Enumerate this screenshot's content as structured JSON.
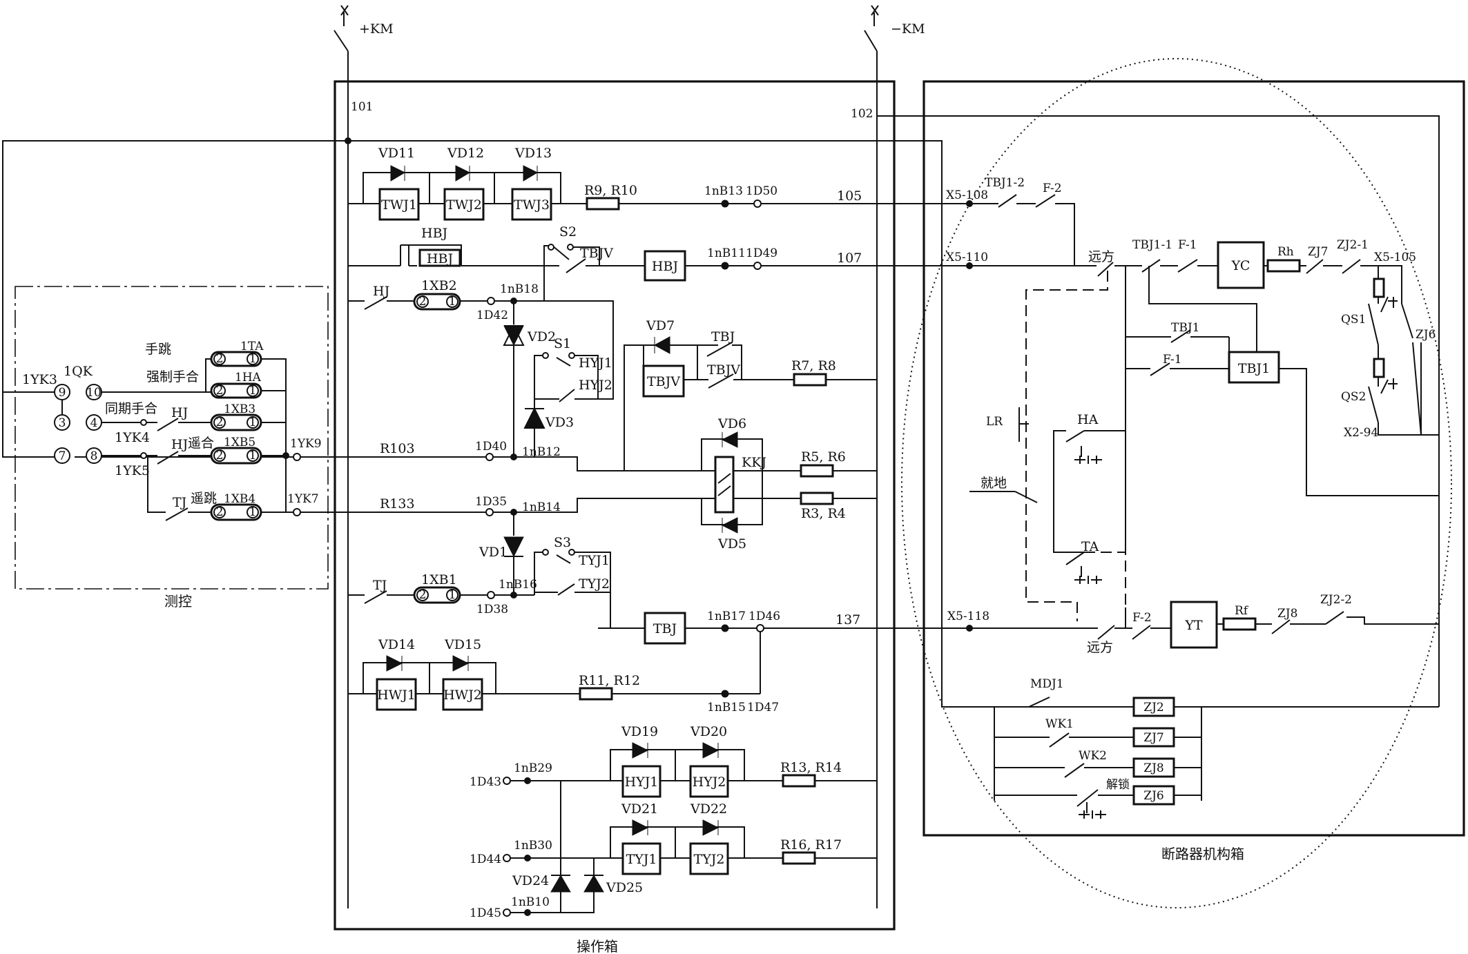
{
  "sections": {
    "measure": "测控",
    "operation": "操作箱",
    "mechanism": "断路器机构箱"
  },
  "power": {
    "pos": "+KM",
    "neg": "−KM",
    "n101": "101",
    "n102": "102"
  },
  "measure_panel": {
    "switch_code": "1QK",
    "terminals": [
      "9",
      "10",
      "3",
      "4",
      "7",
      "8"
    ],
    "yk": [
      "1YK3",
      "1YK4",
      "1YK5",
      "1YK9",
      "1YK7"
    ],
    "manual_trip": "手跳",
    "forced_close": "强制手合",
    "sync_close": "同期手合",
    "remote_close": "遥合",
    "remote_trip": "遥跳",
    "tj_labels": [
      "1TA",
      "1HA",
      "HJ",
      "HJ",
      "TJ"
    ],
    "xb": [
      "1XB3",
      "1XB5",
      "1XB4"
    ],
    "ring_a": "2",
    "ring_b": "1"
  },
  "operation_box": {
    "diodes_top": [
      "VD11",
      "VD12",
      "VD13"
    ],
    "twj": [
      "TWJ1",
      "TWJ2",
      "TWJ3"
    ],
    "r910": "R9, R10",
    "n1nB13": "1nB13",
    "n1D50": "1D50",
    "n105": "105",
    "hbj_contact": "HBJ",
    "hbj_coil": "HBJ",
    "s2": "S2",
    "tbjv_contact": "TBJV",
    "hbj_box": "HBJ",
    "n1nB11": "1nB11",
    "n1D49": "1D49",
    "n107": "107",
    "hj": "HJ",
    "xb2": "1XB2",
    "n1nB18": "1nB18",
    "n1D42": "1D42",
    "vd2": "VD2",
    "s1": "S1",
    "hyj1c": "HYJ1",
    "hyj2c": "HYJ2",
    "vd3": "VD3",
    "vd7": "VD7",
    "tbj_c": "TBJ",
    "tbjv_box": "TBJV",
    "tbjv_c2": "TBJV",
    "r78": "R7, R8",
    "vd6": "VD6",
    "kkj": "KKJ",
    "r56": "R5, R6",
    "r34": "R3, R4",
    "vd5": "VD5",
    "r103": "R103",
    "n1D40": "1D40",
    "n1nB12": "1nB12",
    "r133": "R133",
    "n1D35": "1D35",
    "n1nB14": "1nB14",
    "vd1": "VD1",
    "s3": "S3",
    "tyj1c": "TYJ1",
    "tyj2c": "TYJ2",
    "tj": "TJ",
    "xb1": "1XB1",
    "n1nB16": "1nB16",
    "n1D38": "1D38",
    "tbj_box": "TBJ",
    "n1nB17": "1nB17",
    "n1D46": "1D46",
    "n137": "137",
    "vd14": "VD14",
    "vd15": "VD15",
    "hwj": [
      "HWJ1",
      "HWJ2"
    ],
    "r1112": "R11, R12",
    "n1nB15": "1nB15",
    "n1D47": "1D47",
    "vd19": "VD19",
    "vd20": "VD20",
    "hyj_box": [
      "HYJ1",
      "HYJ2"
    ],
    "r1314": "R13, R14",
    "n1D43": "1D43",
    "n1nB29": "1nB29",
    "vd21": "VD21",
    "vd22": "VD22",
    "tyj_box": [
      "TYJ1",
      "TYJ2"
    ],
    "r1617": "R16, R17",
    "n1D44": "1D44",
    "n1nB30": "1nB30",
    "vd24": "VD24",
    "vd25": "VD25",
    "n1D45": "1D45",
    "n1nB10": "1nB10"
  },
  "mechanism": {
    "x5_108": "X5-108",
    "tbj1_2": "TBJ1-2",
    "f2a": "F-2",
    "x5_110": "X5-110",
    "remote1": "远方",
    "tbj1_1": "TBJ1-1",
    "f1a": "F-1",
    "yc": "YC",
    "rh": "Rh",
    "zj7a": "ZJ7",
    "zj2_1": "ZJ2-1",
    "x5_105": "X5-105",
    "qs1": "QS1",
    "zj6a": "ZJ6",
    "qs2": "QS2",
    "x2_94": "X2-94",
    "tbj1c": "TBJ1",
    "f1b": "F-1",
    "tbj1box": "TBJ1",
    "lr": "LR",
    "ha": "HA",
    "local": "就地",
    "ta": "TA",
    "x5_118": "X5-118",
    "remote2": "远方",
    "f2b": "F-2",
    "yt": "YT",
    "rf": "Rf",
    "zj8a": "ZJ8",
    "zj2_2": "ZJ2-2",
    "mdj1": "MDJ1",
    "wk1": "WK1",
    "wk2": "WK2",
    "unlock": "解锁",
    "zj_boxes": [
      "ZJ2",
      "ZJ7",
      "ZJ8",
      "ZJ6"
    ]
  }
}
